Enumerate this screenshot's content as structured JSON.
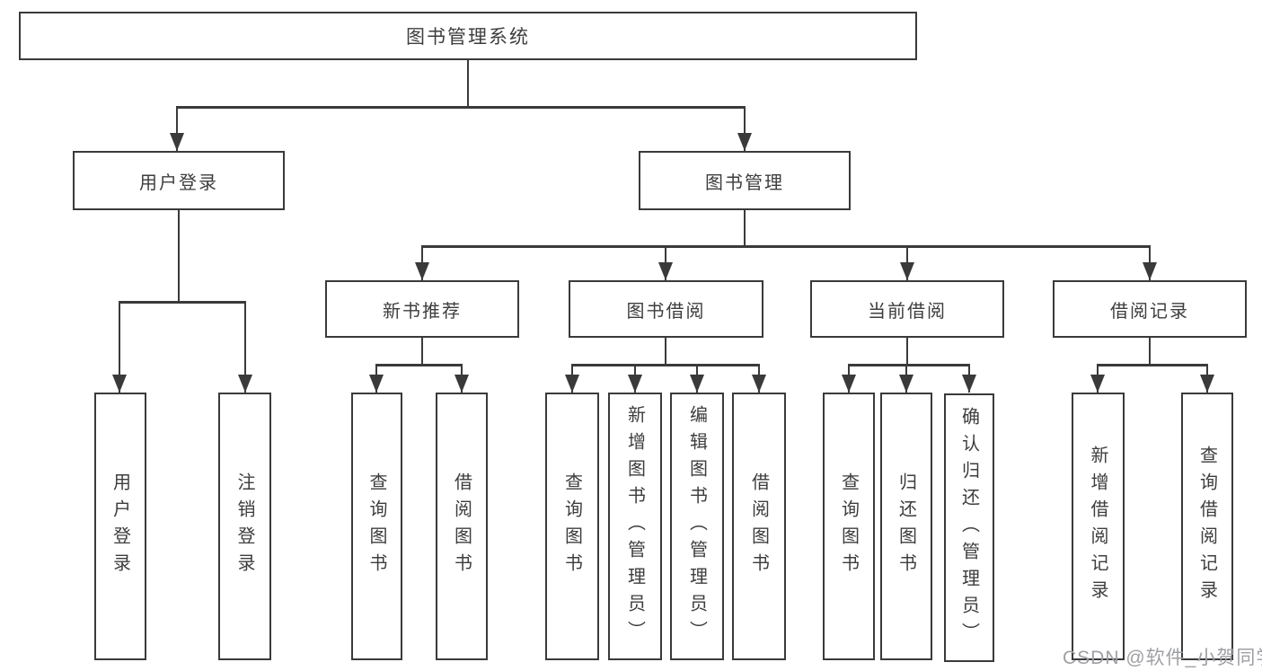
{
  "tree": {
    "label": "图书管理系统",
    "children": [
      {
        "label": "用户登录",
        "children": [
          {
            "label": "用户登录"
          },
          {
            "label": "注销登录"
          }
        ]
      },
      {
        "label": "图书管理",
        "children": [
          {
            "label": "新书推荐",
            "children": [
              {
                "label": "查询图书"
              },
              {
                "label": "借阅图书"
              }
            ]
          },
          {
            "label": "图书借阅",
            "children": [
              {
                "label": "查询图书"
              },
              {
                "label": "新增图书（管理员）"
              },
              {
                "label": "编辑图书（管理员）"
              },
              {
                "label": "借阅图书"
              }
            ]
          },
          {
            "label": "当前借阅",
            "children": [
              {
                "label": "查询图书"
              },
              {
                "label": "归还图书"
              },
              {
                "label": "确认归还（管理员）"
              }
            ]
          },
          {
            "label": "借阅记录",
            "children": [
              {
                "label": "新增借阅记录"
              },
              {
                "label": "查询借阅记录"
              }
            ]
          }
        ]
      }
    ]
  },
  "watermark": {
    "text": "CSDN @软件_小贺同学"
  },
  "colors": {
    "line": "#3a3a3a",
    "box_border": "#3a3a3a",
    "text": "#3d3d3d",
    "background": "#ffffff",
    "watermark": "#9fa0a4"
  }
}
